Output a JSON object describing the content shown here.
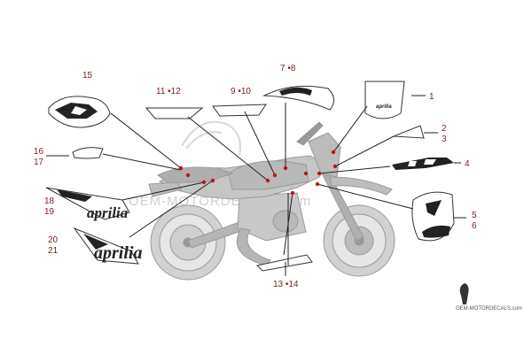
{
  "diagram": {
    "watermark_text": "OEM-MOTORDECALS.com",
    "site_text": "OEM-MOTORDECALS.com",
    "brand_text": "aprilia",
    "colors": {
      "label": "#7a1f1f",
      "leader": "#222222",
      "bike": "#bdbdbd",
      "dot": "#c0141c"
    },
    "callouts": [
      {
        "id": "c1",
        "text": "1"
      },
      {
        "id": "c2",
        "text": "2"
      },
      {
        "id": "c3",
        "text": "3"
      },
      {
        "id": "c4",
        "text": "4"
      },
      {
        "id": "c5",
        "text": "5"
      },
      {
        "id": "c6",
        "text": "6"
      },
      {
        "id": "c78",
        "text": "7 •8"
      },
      {
        "id": "c910",
        "text": "9 •10"
      },
      {
        "id": "c1112",
        "text": "11 •12"
      },
      {
        "id": "c1314",
        "text": "13 •14"
      },
      {
        "id": "c15",
        "text": "15"
      },
      {
        "id": "c16",
        "text": "16"
      },
      {
        "id": "c17",
        "text": "17"
      },
      {
        "id": "c18",
        "text": "18"
      },
      {
        "id": "c19",
        "text": "19"
      },
      {
        "id": "c20",
        "text": "20"
      },
      {
        "id": "c21",
        "text": "21"
      }
    ]
  }
}
